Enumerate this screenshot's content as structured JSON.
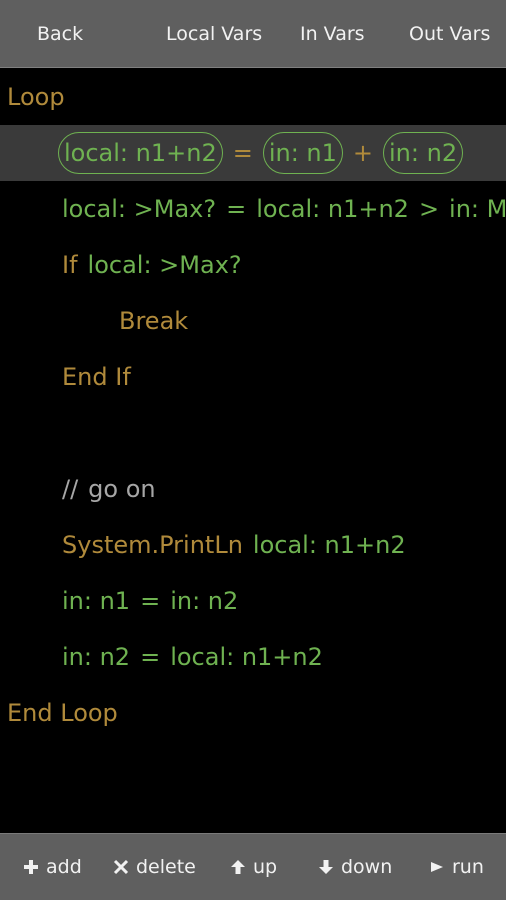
{
  "topbar": {
    "back": "Back",
    "local_vars": "Local Vars",
    "in_vars": "In Vars",
    "out_vars": "Out Vars"
  },
  "code": {
    "loop": "Loop",
    "l1_a": "local: n1+n2",
    "l1_eq": "=",
    "l1_b": "in: n1",
    "l1_plus": "+",
    "l1_c": "in: n2",
    "l2_a": "local: >Max?",
    "l2_eq": "=",
    "l2_b": "local: n1+n2",
    "l2_gt": ">",
    "l2_c": "in: M",
    "if_kw": "If",
    "if_var": "local: >Max?",
    "break_kw": "Break",
    "endif_kw": "End If",
    "comment_slashes": "//",
    "comment_text": "go on",
    "print_kw": "System.PrintLn",
    "print_var": "local: n1+n2",
    "l9_a": "in: n1",
    "l9_eq": "=",
    "l9_b": "in: n2",
    "l10_a": "in: n2",
    "l10_eq": "=",
    "l10_b": "local: n1+n2",
    "endloop_kw": "End Loop"
  },
  "bottombar": {
    "add": "add",
    "delete": "delete",
    "up": "up",
    "down": "down",
    "run": "run"
  },
  "icons": {
    "add": "plus-icon",
    "delete": "x-icon",
    "up": "arrow-up-icon",
    "down": "arrow-down-icon",
    "run": "play-icon"
  },
  "colors": {
    "keyword": "#b08a3b",
    "variable": "#6fb251",
    "comment": "#a6a6a6",
    "bar": "#5f5f5f",
    "selected_line": "#3a3a3a"
  }
}
